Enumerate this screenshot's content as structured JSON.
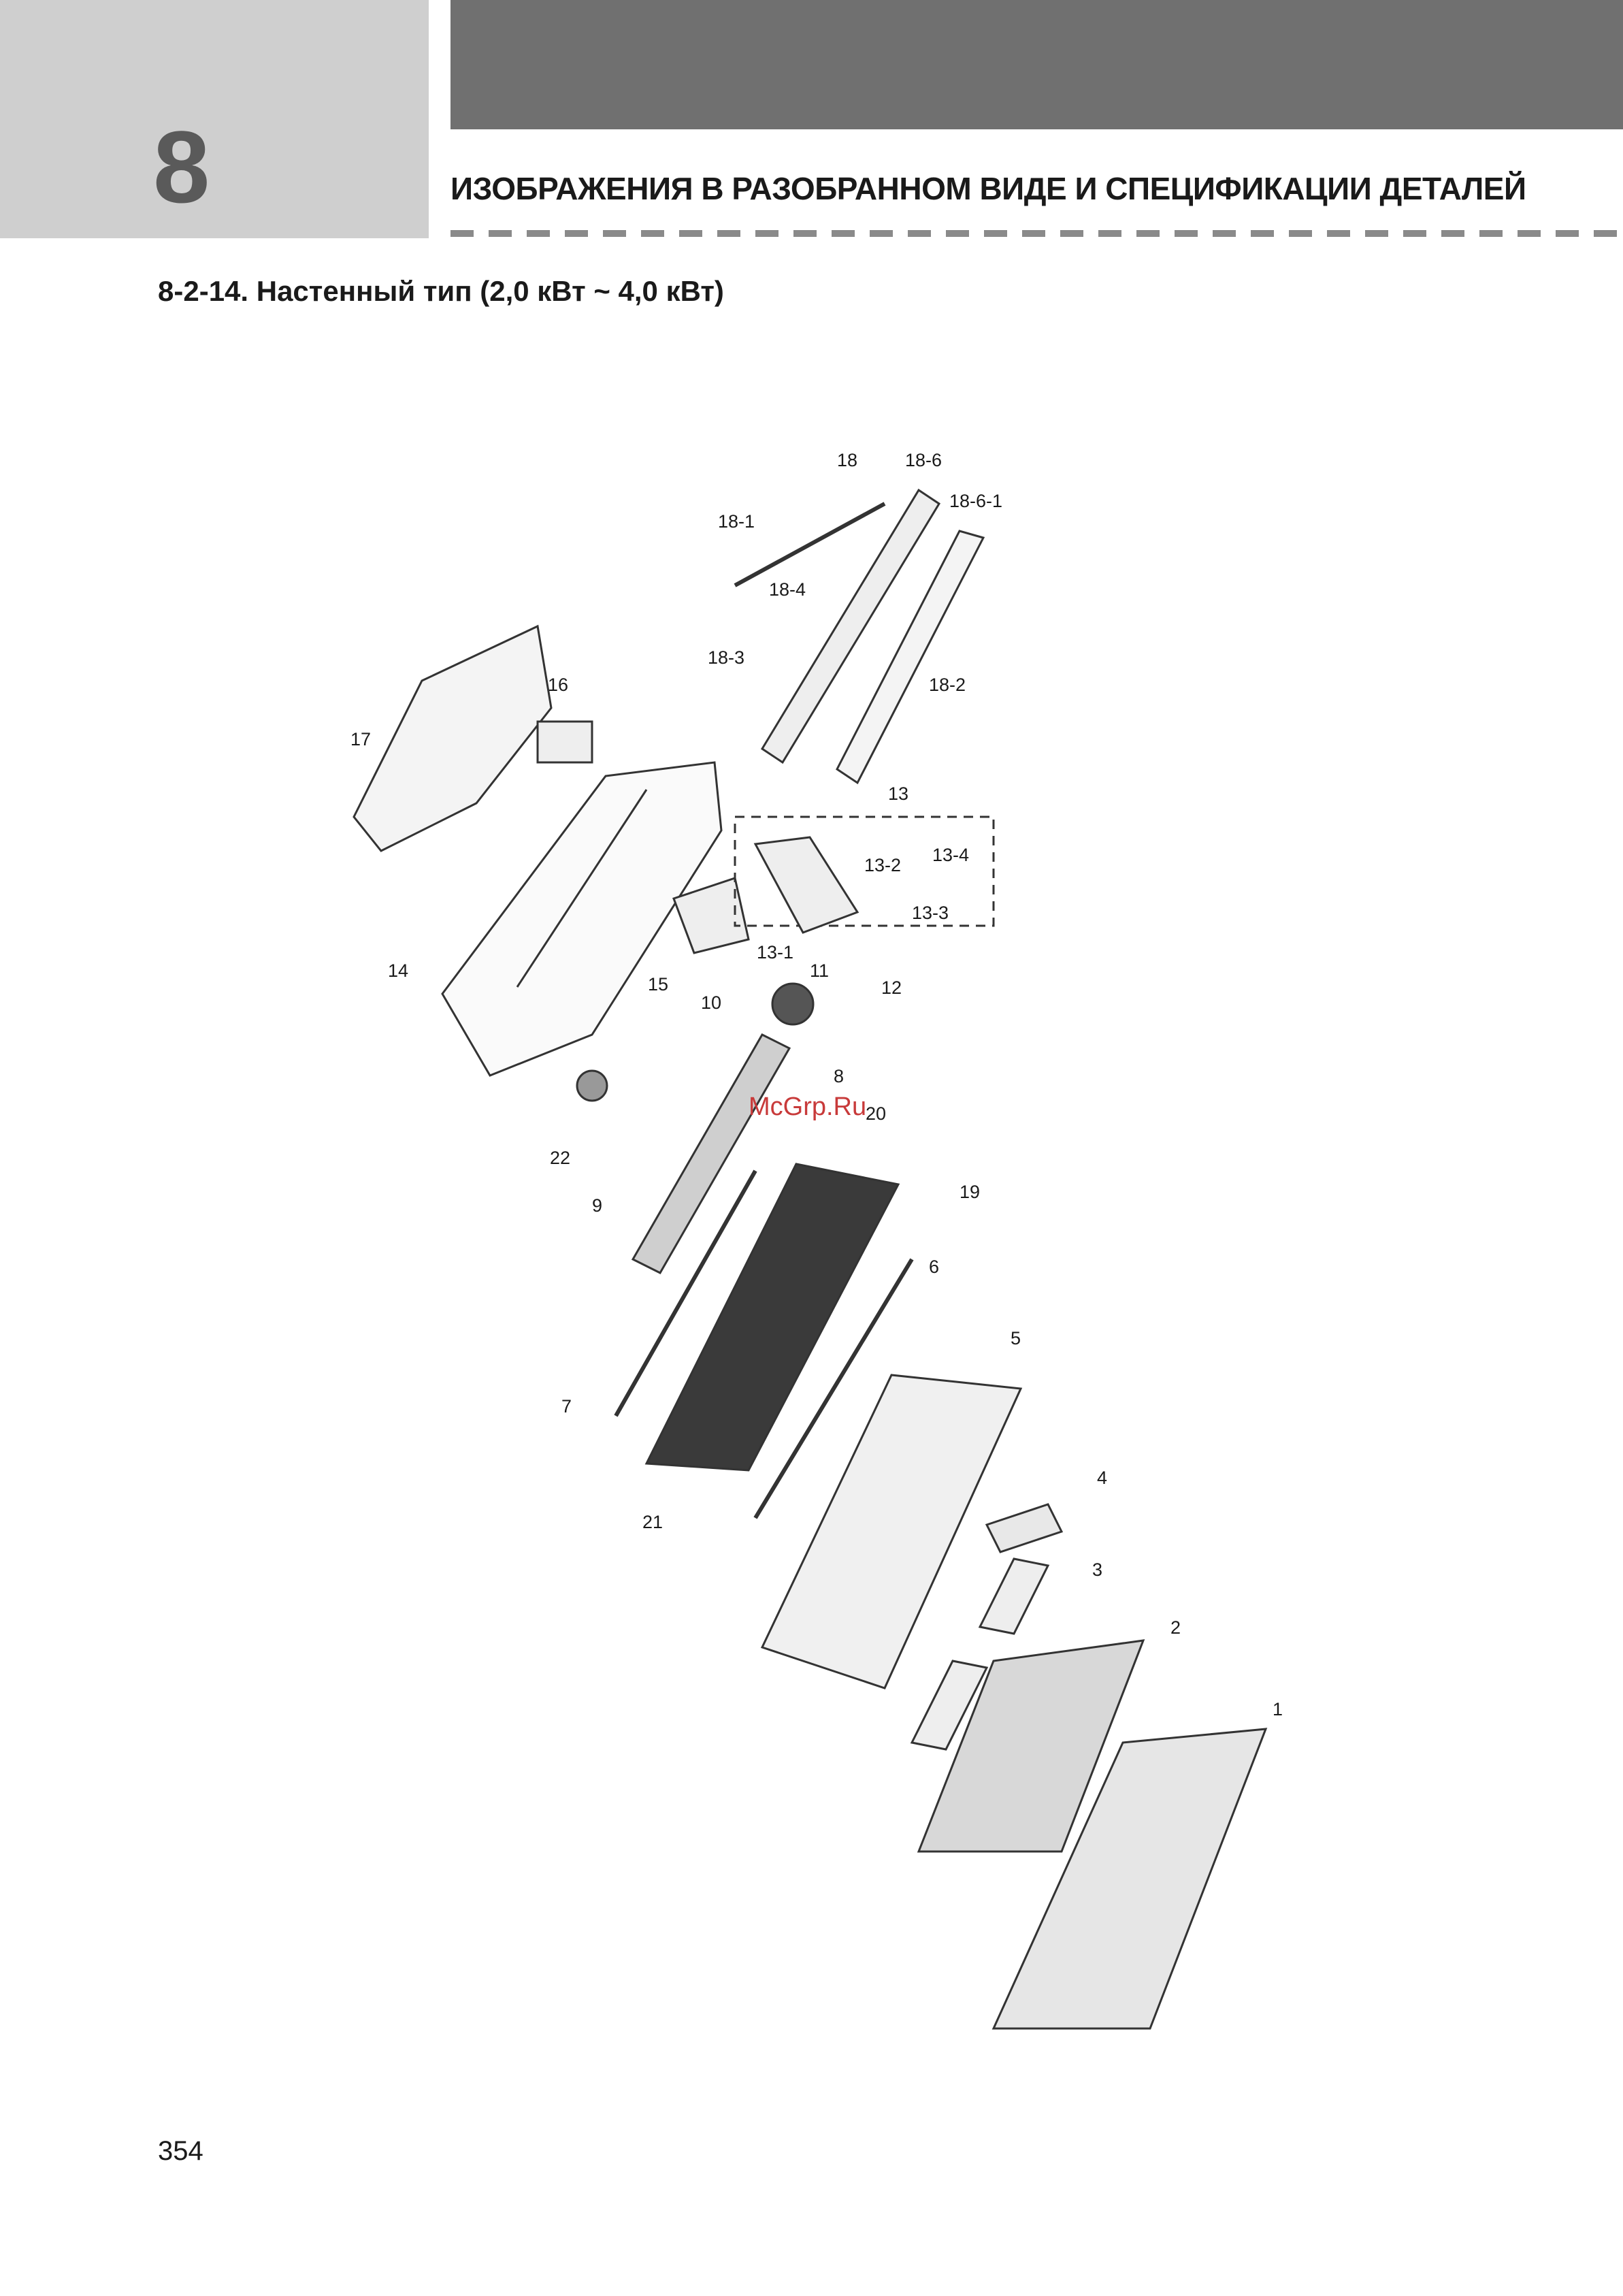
{
  "chapter": {
    "number": "8"
  },
  "header": {
    "title": "ИЗОБРАЖЕНИЯ В РАЗОБРАННОМ ВИДЕ И СПЕЦИФИКАЦИИ ДЕТАЛЕЙ"
  },
  "section": {
    "title": "8-2-14. Настенный тип (2,0 кВт ~ 4,0 кВт)"
  },
  "diagram": {
    "callouts": [
      "18",
      "18-6",
      "18-6-1",
      "18-1",
      "18-4",
      "18-3",
      "18-2",
      "16",
      "17",
      "13",
      "13-4",
      "13-2",
      "13-3",
      "13-1",
      "14",
      "15",
      "11",
      "12",
      "10",
      "8",
      "22",
      "20",
      "9",
      "19",
      "6",
      "5",
      "7",
      "4",
      "21",
      "3",
      "2",
      "1"
    ]
  },
  "watermark": {
    "text": "McGrp.Ru"
  },
  "footer": {
    "page_number": "354"
  }
}
